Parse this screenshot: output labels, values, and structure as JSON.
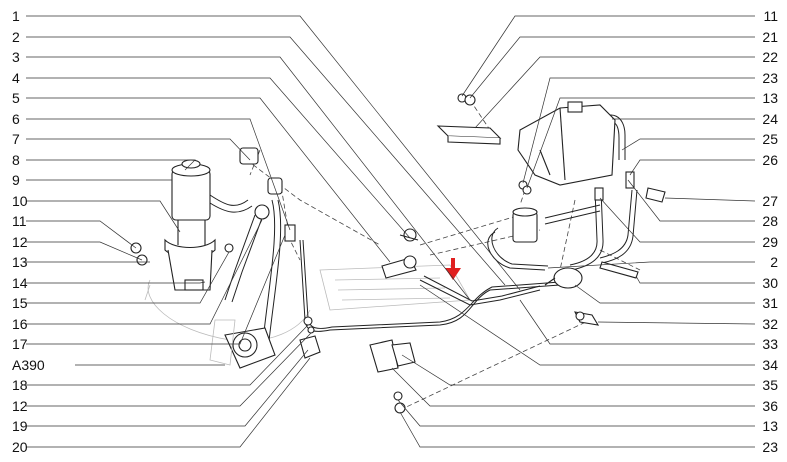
{
  "left_labels": [
    "1",
    "2",
    "3",
    "4",
    "5",
    "6",
    "7",
    "8",
    "9",
    "10",
    "11",
    "12",
    "13",
    "14",
    "15",
    "16",
    "17",
    "A390",
    "18",
    "12",
    "19",
    "20"
  ],
  "right_labels": [
    "11",
    "21",
    "22",
    "23",
    "13",
    "24",
    "25",
    "26",
    "27",
    "28",
    "29",
    "2",
    "30",
    "31",
    "32",
    "33",
    "34",
    "35",
    "36",
    "13",
    "23"
  ],
  "marker_color": "#e02020"
}
